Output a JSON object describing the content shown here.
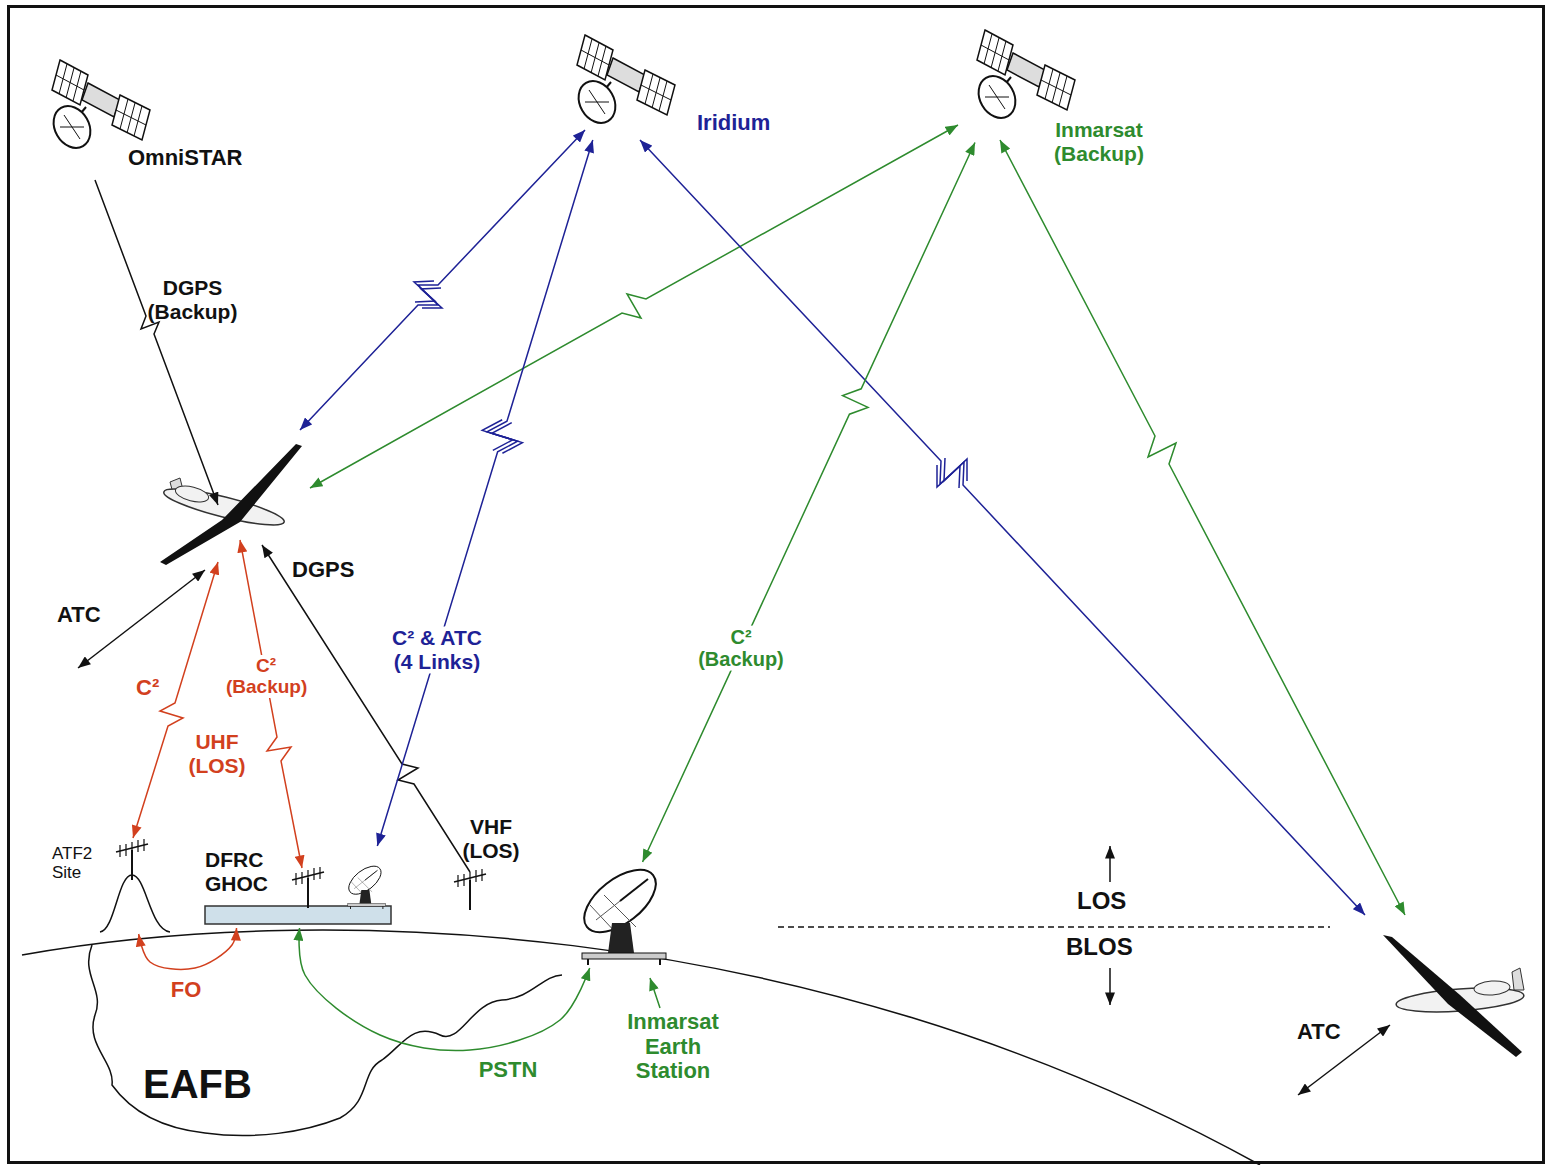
{
  "diagram": {
    "nodes": [
      {
        "text": [
          "OmniSTAR"
        ]
      },
      {
        "text": [
          "Iridium"
        ]
      },
      {
        "text": [
          "Inmarsat (Backup)"
        ]
      },
      {
        "text": [
          "ATF2 Site"
        ]
      },
      {
        "text": [
          "DFRC GHOC"
        ]
      },
      {
        "text": [
          "Inmarsat Earth Station"
        ]
      }
    ],
    "edges": [
      {
        "from": 1,
        "to": 4,
        "label": "C² & ATC (4 Links)",
        "arrow": "both"
      },
      {
        "from": 2,
        "to": 5,
        "label": "C² (Backup)",
        "arrow": "both"
      },
      {
        "from": 3,
        "to": 4,
        "label": "FO",
        "arrow": "both"
      },
      {
        "from": 4,
        "to": 5,
        "label": "PSTN",
        "arrow": "both"
      }
    ],
    "labels": [
      "DGPS (Backup)",
      "DGPS",
      "ATC",
      "C²",
      "UHF (LOS)",
      "C² (Backup)",
      "VHF (LOS)",
      "LOS",
      "BLOS",
      "ATC",
      "EAFB"
    ]
  }
}
